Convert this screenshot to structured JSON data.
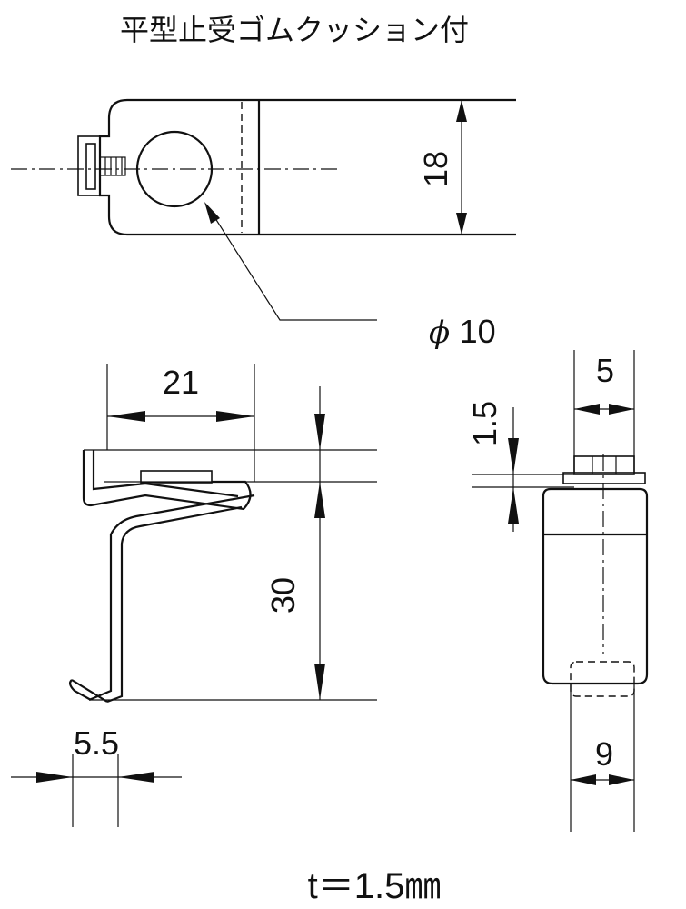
{
  "title": "平型止受ゴムクッション付",
  "top_view": {
    "height_dim": "18",
    "hole_dim_symbol": "ϕ",
    "hole_dim_value": "10"
  },
  "side_view": {
    "length_dim": "21",
    "height_dim": "30",
    "hook_dim": "5.5"
  },
  "end_view": {
    "width_top_dim": "5",
    "thickness_dim": "1.5",
    "width_bottom_dim": "9"
  },
  "note": "t＝1.5㎜"
}
